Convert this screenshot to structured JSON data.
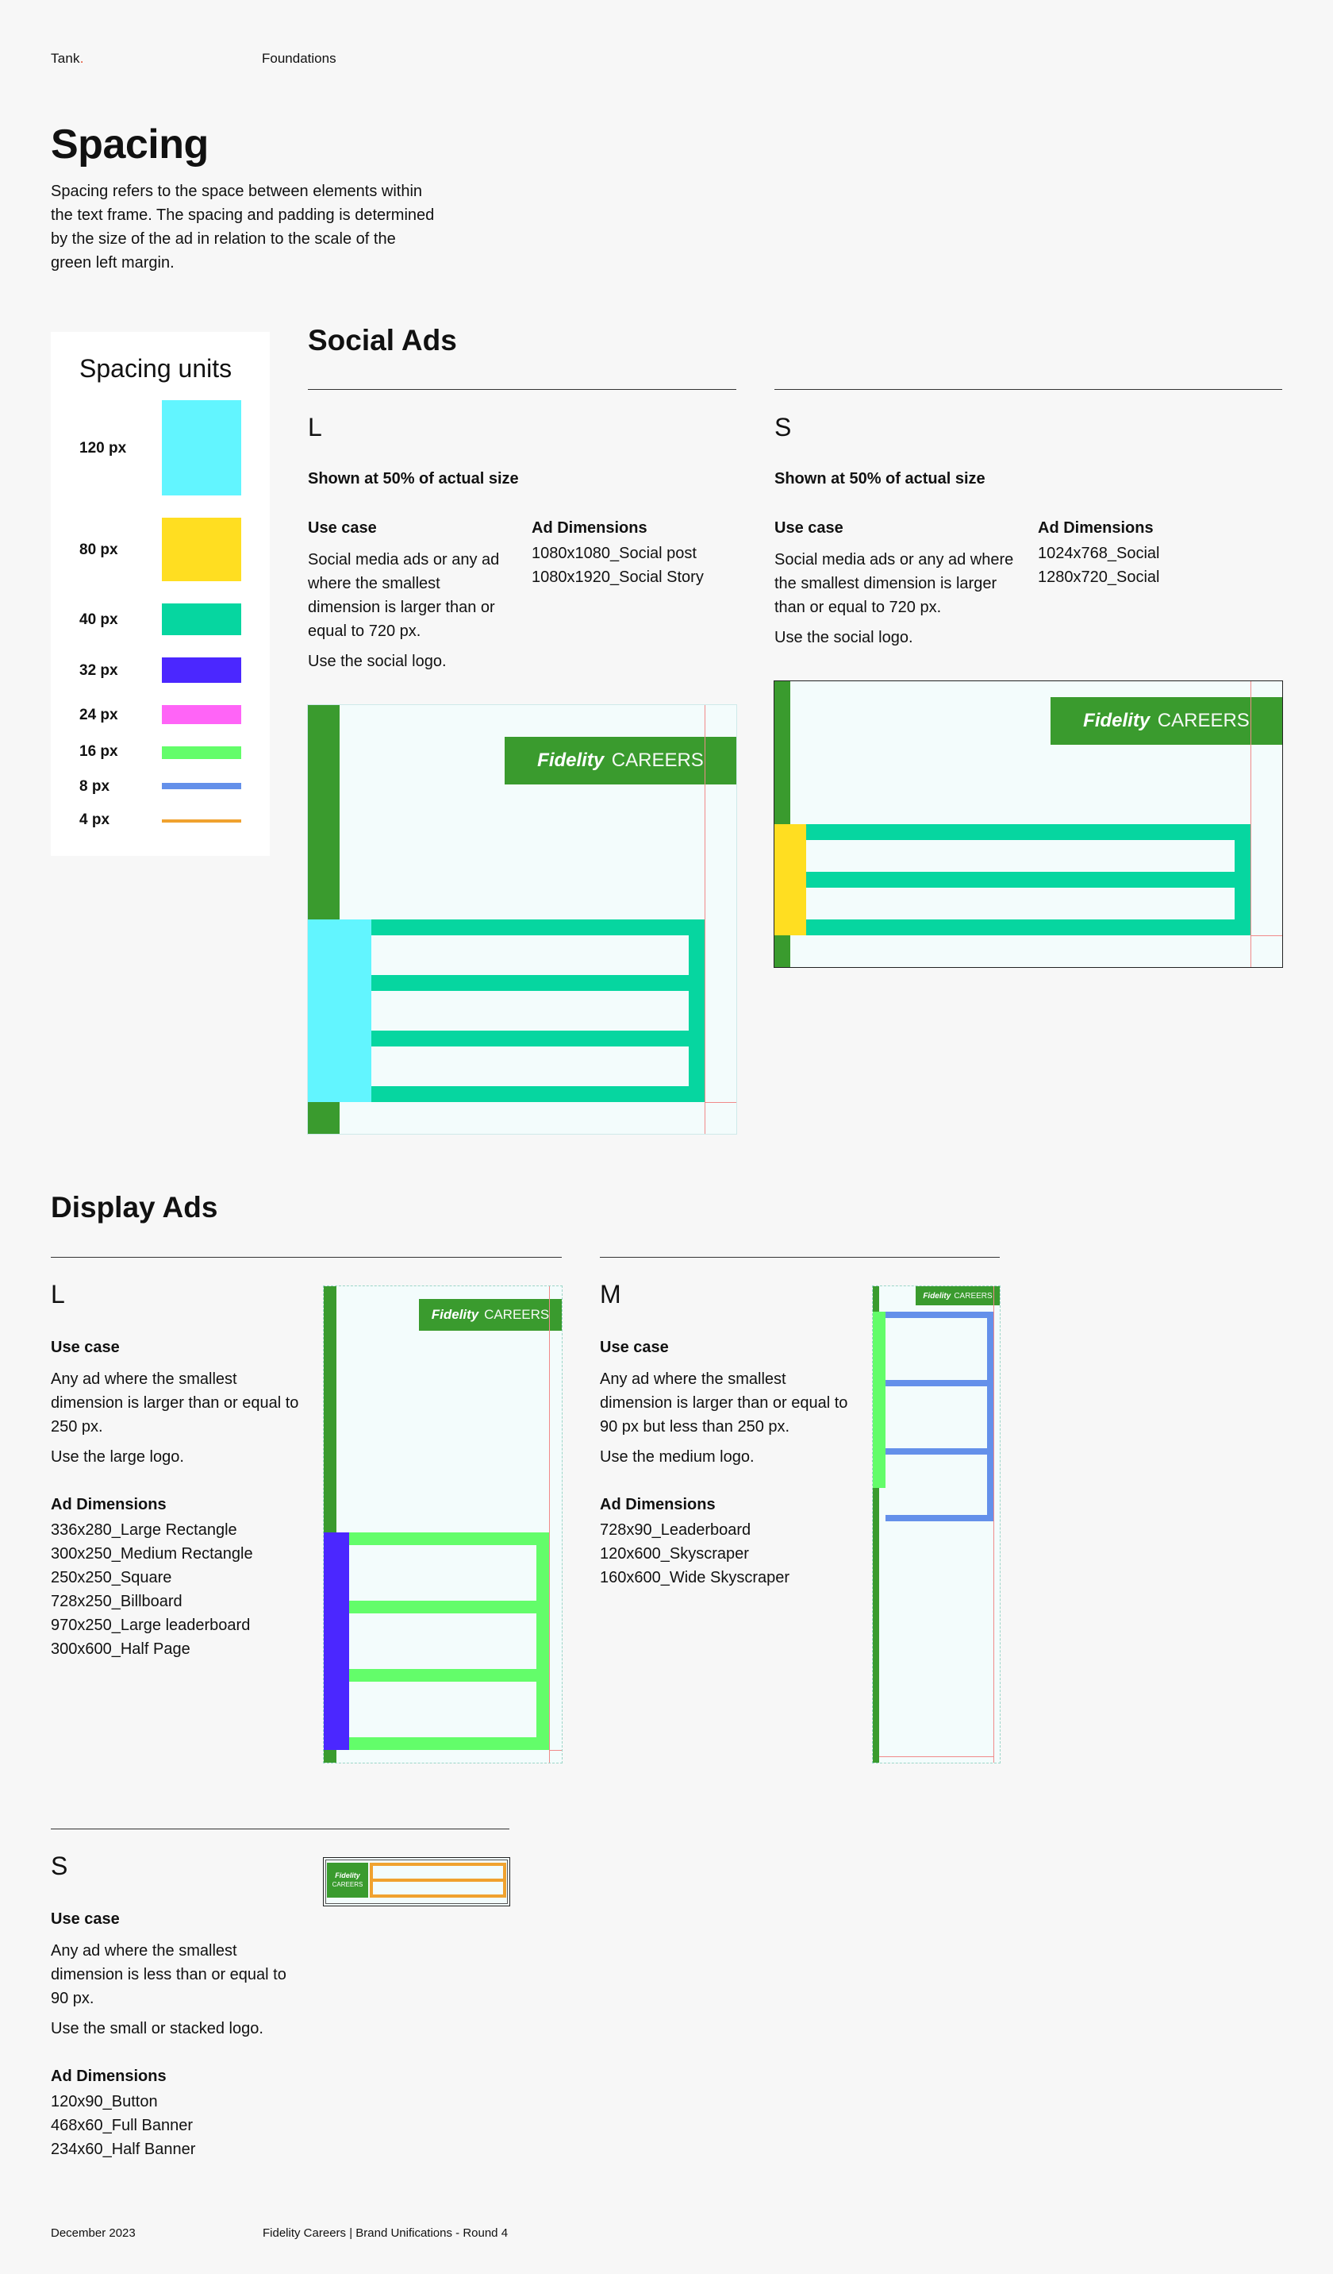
{
  "header": {
    "brand": "Tank",
    "brand_dot": ".",
    "section": "Foundations"
  },
  "title": "Spacing",
  "intro": "Spacing refers to the space between elements within the text frame. The spacing and padding is determined by the size of the ad in relation to the scale of the green left margin.",
  "units": {
    "title": "Spacing units",
    "items": [
      {
        "label": "120 px",
        "color": "#62f5ff"
      },
      {
        "label": "80 px",
        "color": "#ffde21"
      },
      {
        "label": "40 px",
        "color": "#06d6a0"
      },
      {
        "label": "32 px",
        "color": "#4b27ff"
      },
      {
        "label": "24 px",
        "color": "#ff64f7"
      },
      {
        "label": "16 px",
        "color": "#63fd6a"
      },
      {
        "label": "8 px",
        "color": "#6490ea"
      },
      {
        "label": "4 px",
        "color": "#f0a22f"
      }
    ]
  },
  "logo": {
    "fidelity": "Fidelity",
    "careers": "CAREERS"
  },
  "social": {
    "title": "Social Ads",
    "large": {
      "size": "L",
      "note": "Shown at 50% of actual size",
      "use_case_label": "Use case",
      "use_case": "Social media ads or any ad where the smallest dimension is larger than or equal to 720 px.",
      "logo_note": "Use the social logo.",
      "dims_label": "Ad Dimensions",
      "dims": [
        "1080x1080_Social post",
        "1080x1920_Social Story"
      ]
    },
    "small": {
      "size": "S",
      "note": "Shown at 50% of actual size",
      "use_case_label": "Use case",
      "use_case": "Social media ads or any ad where the smallest dimension is larger than or equal to 720 px.",
      "logo_note": "Use the social logo.",
      "dims_label": "Ad Dimensions",
      "dims": [
        "1024x768_Social",
        "1280x720_Social"
      ]
    }
  },
  "display": {
    "title": "Display Ads",
    "large": {
      "size": "L",
      "use_case_label": "Use case",
      "use_case": "Any ad where the smallest dimension is larger than or equal to 250 px.",
      "logo_note": "Use the large logo.",
      "dims_label": "Ad Dimensions",
      "dims": [
        "336x280_Large Rectangle",
        "300x250_Medium Rectangle",
        "250x250_Square",
        "728x250_Billboard",
        "970x250_Large leaderboard",
        "300x600_Half Page"
      ]
    },
    "medium": {
      "size": "M",
      "use_case_label": "Use case",
      "use_case": "Any ad where the smallest dimension is larger than or equal to 90 px but less than 250 px.",
      "logo_note": "Use the medium logo.",
      "dims_label": "Ad Dimensions",
      "dims": [
        "728x90_Leaderboard",
        "120x600_Skyscraper",
        "160x600_Wide Skyscraper"
      ]
    },
    "small": {
      "size": "S",
      "use_case_label": "Use case",
      "use_case": "Any ad where the smallest dimension is less than or equal to 90 px.",
      "logo_note": "Use the small or stacked logo.",
      "dims_label": "Ad Dimensions",
      "dims": [
        "120x90_Button",
        "468x60_Full Banner",
        "234x60_Half Banner"
      ]
    }
  },
  "footer": {
    "date": "December 2023",
    "project": "Fidelity Careers | Brand Unifications - Round 4"
  }
}
